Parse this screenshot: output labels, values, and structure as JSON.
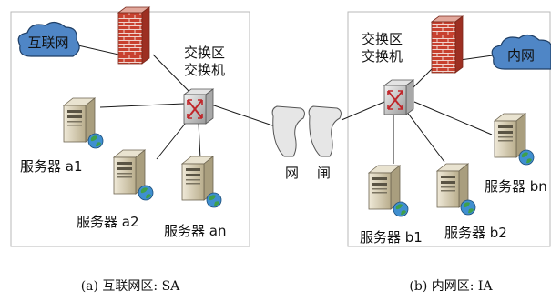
{
  "panels": {
    "sa": {
      "caption": "(a) 互联网区: SA",
      "cloud": "互联网",
      "switch_line1": "交换区",
      "switch_line2": "交换机",
      "servers": [
        "服务器 a1",
        "服务器 a2",
        "服务器 an"
      ]
    },
    "ia": {
      "caption": "(b) 内网区: IA",
      "cloud": "内网",
      "switch_line1": "交换区",
      "switch_line2": "交换机",
      "servers": [
        "服务器 b1",
        "服务器 b2",
        "服务器 bn"
      ]
    }
  },
  "gateway": {
    "left": "网",
    "right": "闸"
  },
  "colors": {
    "firewall": "#c8412f",
    "cloud": "#4f86c6",
    "switch": "#c9c9c9",
    "server": "#d8cfb8",
    "globe": "#3fa04a"
  }
}
